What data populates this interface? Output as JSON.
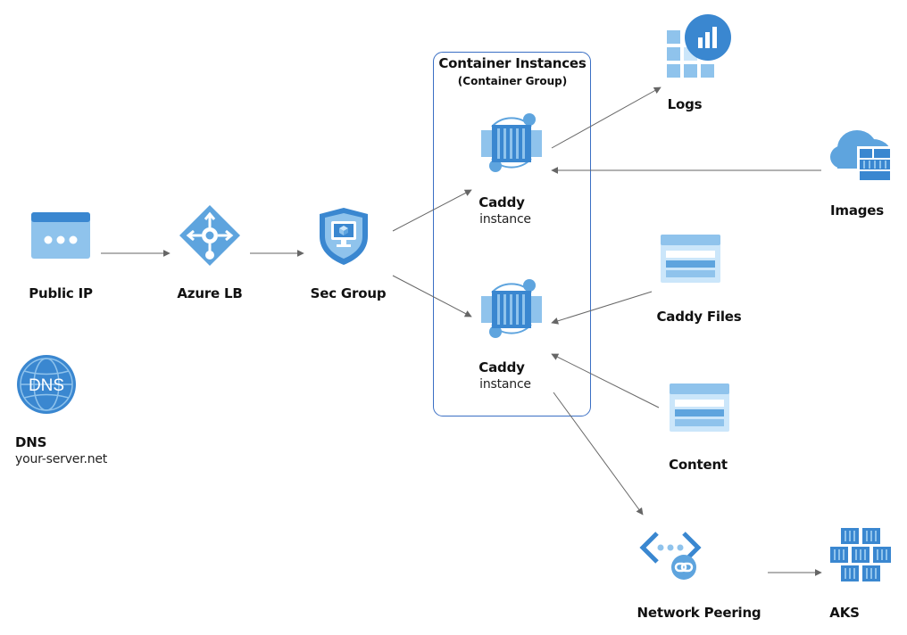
{
  "nodes": {
    "public_ip": {
      "label": "Public IP"
    },
    "azure_lb": {
      "label": "Azure LB"
    },
    "sec_group": {
      "label": "Sec Group"
    },
    "dns": {
      "label": "DNS",
      "sublabel": "your-server.net"
    },
    "caddy_1": {
      "label": "Caddy",
      "sublabel": "instance"
    },
    "caddy_2": {
      "label": "Caddy",
      "sublabel": "instance"
    },
    "logs": {
      "label": "Logs"
    },
    "images": {
      "label": "Images"
    },
    "caddy_files": {
      "label": "Caddy Files"
    },
    "content": {
      "label": "Content"
    },
    "network_peering": {
      "label": "Network Peering"
    },
    "aks": {
      "label": "AKS"
    }
  },
  "group": {
    "title": "Container Instances",
    "subtitle": "(Container Group)"
  },
  "icons": {
    "public_ip": "browser-window-icon",
    "azure_lb": "load-balancer-icon",
    "sec_group": "shield-icon",
    "dns": "dns-globe-icon",
    "caddy": "container-instance-icon",
    "logs": "log-analytics-icon",
    "images": "container-registry-icon",
    "caddy_files": "storage-icon",
    "content": "storage-icon",
    "network_peering": "network-peering-icon",
    "aks": "kubernetes-icon"
  },
  "colors": {
    "accent": "#3a87d0",
    "light": "#8fc3ec",
    "edge": "#666666",
    "group_border": "#3a6fc4"
  },
  "edges": [
    {
      "from": "public_ip",
      "to": "azure_lb"
    },
    {
      "from": "azure_lb",
      "to": "sec_group"
    },
    {
      "from": "sec_group",
      "to": "caddy_1"
    },
    {
      "from": "sec_group",
      "to": "caddy_2"
    },
    {
      "from": "caddy_1",
      "to": "logs"
    },
    {
      "from": "images",
      "to": "caddy_1"
    },
    {
      "from": "caddy_files",
      "to": "caddy_2"
    },
    {
      "from": "content",
      "to": "caddy_2"
    },
    {
      "from": "caddy_2",
      "to": "network_peering"
    },
    {
      "from": "network_peering",
      "to": "aks"
    }
  ]
}
